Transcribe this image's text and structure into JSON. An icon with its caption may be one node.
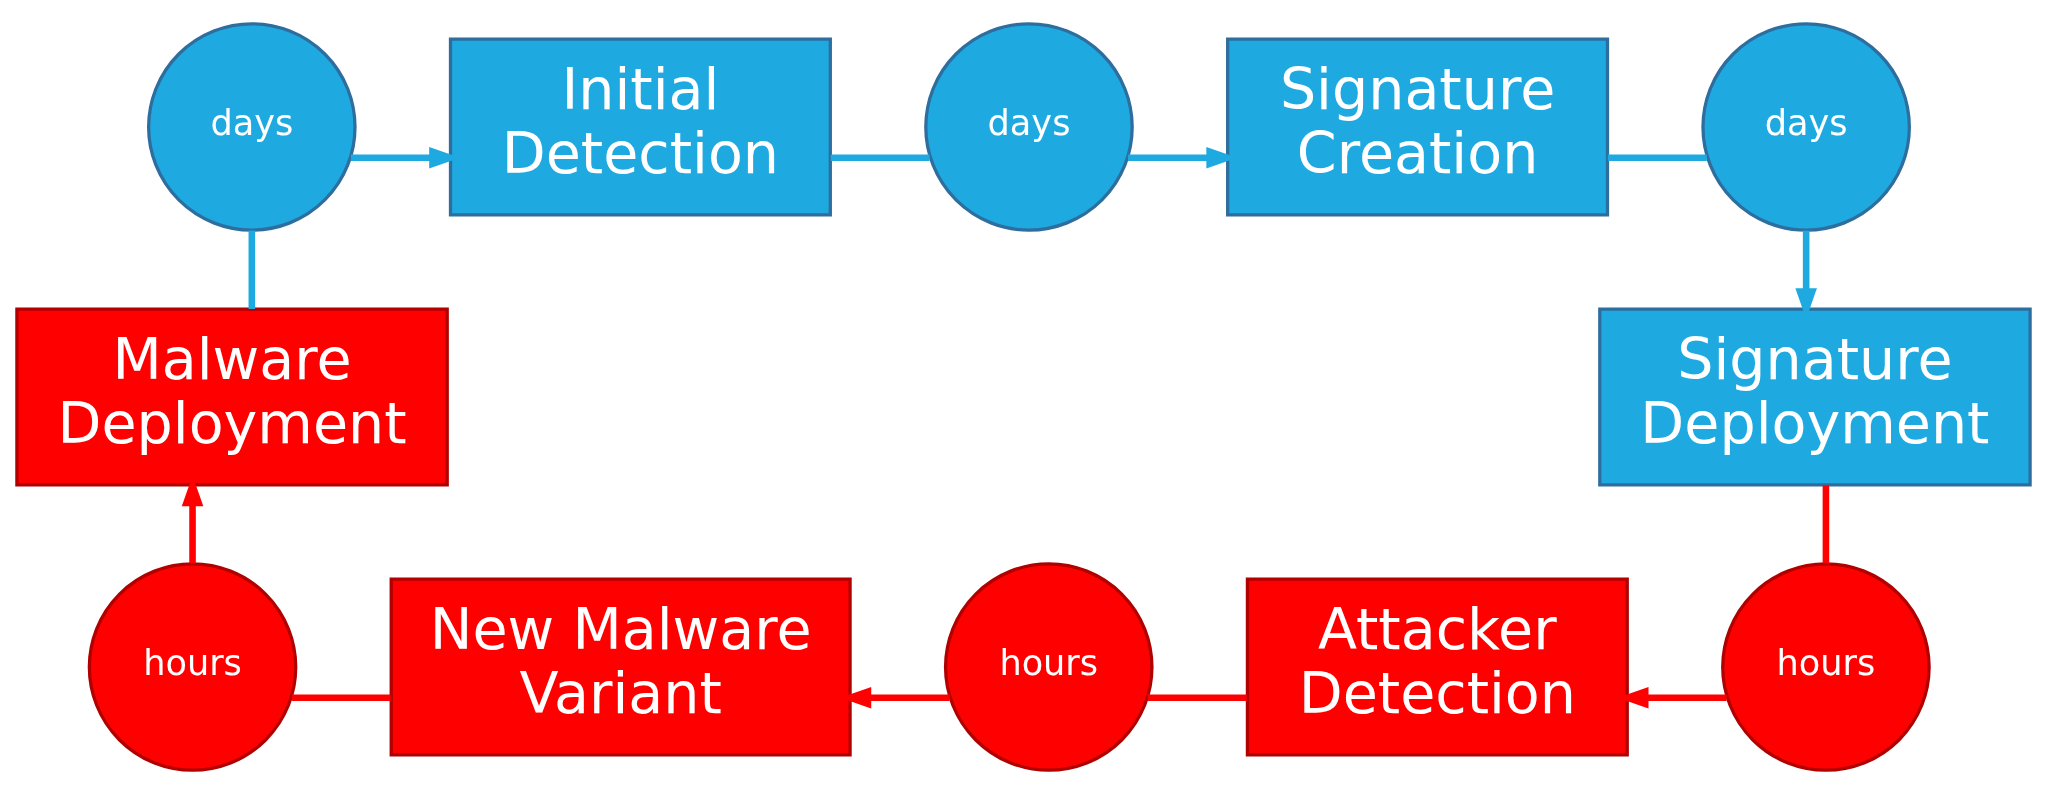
{
  "diagram": {
    "nodes": [
      {
        "text": [
          "days"
        ]
      },
      {
        "text": [
          "Initial Detection"
        ]
      },
      {
        "text": [
          "days"
        ]
      },
      {
        "text": [
          "Signature Creation"
        ]
      },
      {
        "text": [
          "days"
        ]
      },
      {
        "text": [
          "Malware Deployment"
        ]
      },
      {
        "text": [
          "Signature Deployment"
        ]
      },
      {
        "text": [
          "hours"
        ]
      },
      {
        "text": [
          "New Malware Variant"
        ]
      },
      {
        "text": [
          "hours"
        ]
      },
      {
        "text": [
          "Attacker Detection"
        ]
      },
      {
        "text": [
          "hours"
        ]
      }
    ],
    "edges": [
      {
        "from": 5,
        "to": 0,
        "arrow": "none"
      },
      {
        "from": 0,
        "to": 1,
        "arrow": "to"
      },
      {
        "from": 1,
        "to": 2,
        "arrow": "none"
      },
      {
        "from": 2,
        "to": 3,
        "arrow": "to"
      },
      {
        "from": 3,
        "to": 4,
        "arrow": "none"
      },
      {
        "from": 4,
        "to": 6,
        "arrow": "to"
      },
      {
        "from": 6,
        "to": 11,
        "arrow": "none",
        "color": "#ff0000"
      },
      {
        "from": 11,
        "to": 10,
        "arrow": "to",
        "color": "#ff0000"
      },
      {
        "from": 10,
        "to": 9,
        "arrow": "none",
        "color": "#ff0000"
      },
      {
        "from": 9,
        "to": 8,
        "arrow": "to",
        "color": "#ff0000"
      },
      {
        "from": 8,
        "to": 7,
        "arrow": "none",
        "color": "#ff0000"
      },
      {
        "from": 7,
        "to": 5,
        "arrow": "to",
        "color": "#ff0000"
      }
    ]
  }
}
